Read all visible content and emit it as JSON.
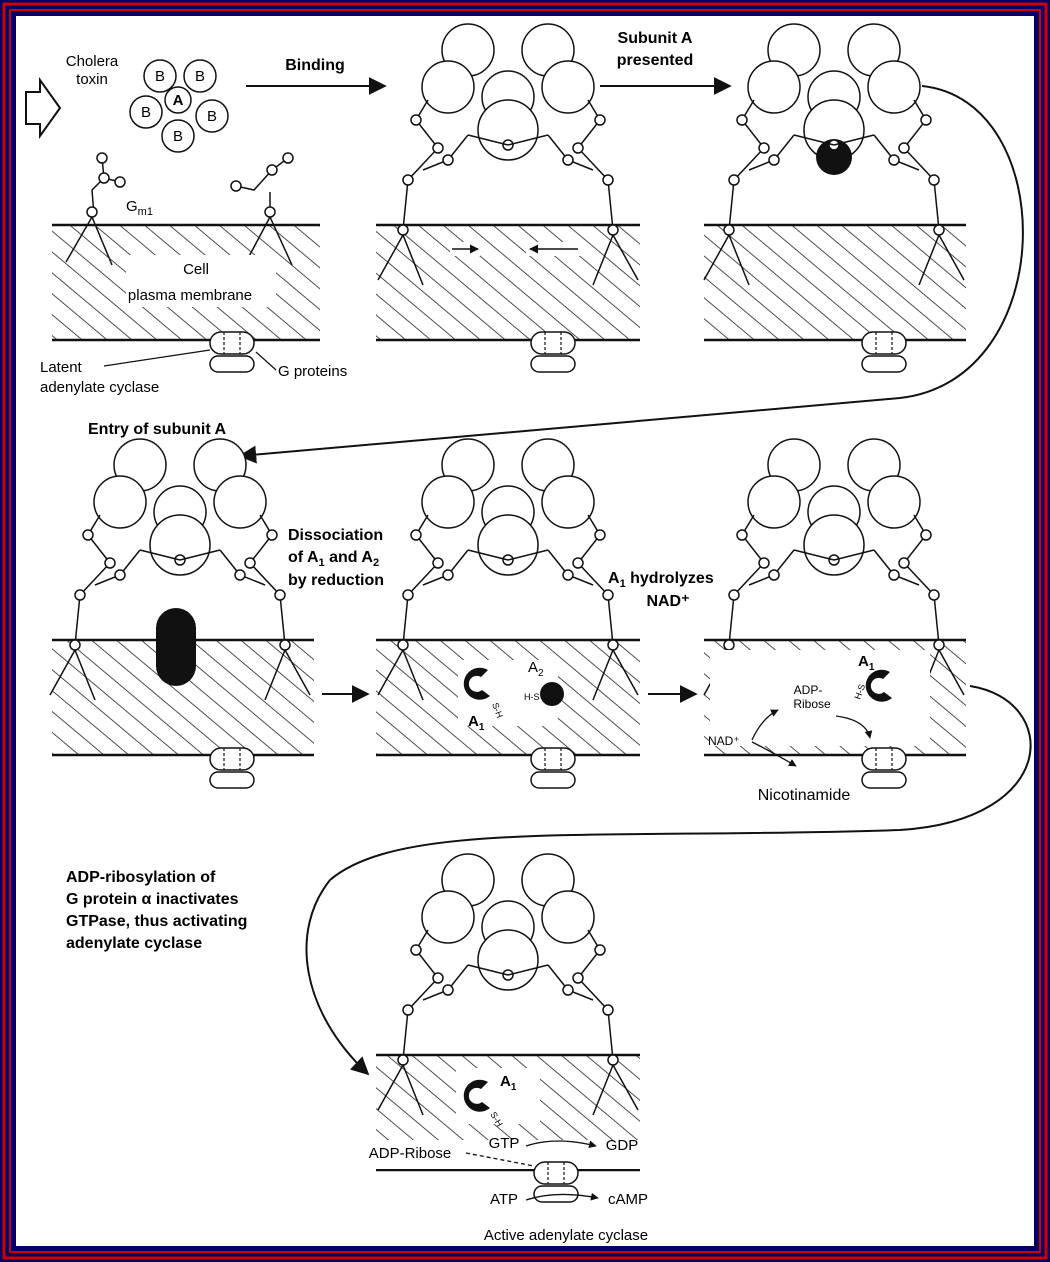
{
  "labels": {
    "cholera_toxin_1": "Cholera",
    "cholera_toxin_2": "toxin",
    "binding": "Binding",
    "subunit_a_1": "Subunit A",
    "subunit_a_2": "presented",
    "gm1_main": "G",
    "gm1_sub": "m1",
    "cell_1": "Cell",
    "cell_2": "plasma membrane",
    "latent_1": "Latent",
    "latent_2": "adenylate cyclase",
    "g_proteins": "G proteins",
    "entry": "Entry of subunit A",
    "dissoc_1": "Dissociation",
    "dissoc_2_pre": "of A",
    "dissoc_2_sub1": "1",
    "dissoc_2_mid": " and A",
    "dissoc_2_sub2": "2",
    "dissoc_3": "by reduction",
    "hydro_1_pre": "A",
    "hydro_1_sub": "1",
    "hydro_1_post": " hydrolyzes",
    "hydro_2": "NAD⁺",
    "adp_rib_1": "ADP-ribosylation of",
    "adp_rib_2": "G protein α inactivates",
    "adp_rib_3": "GTPase, thus activating",
    "adp_rib_4": "adenylate cyclase",
    "a1": "A",
    "a1_sub": "1",
    "a2": "A",
    "a2_sub": "2",
    "sh": "S-H",
    "hs": "H-S",
    "adp_ribose_small_1": "ADP-",
    "adp_ribose_small_2": "Ribose",
    "nad": "NAD⁺",
    "nicotinamide": "Nicotinamide",
    "adp_ribose": "ADP-Ribose",
    "gtp": "GTP",
    "gdp": "GDP",
    "atp": "ATP",
    "camp": "cAMP",
    "active": "Active adenylate cyclase",
    "b": "B",
    "a": "A"
  },
  "colors": {
    "frame_outer": "#000066",
    "frame_red": "#cc0000",
    "paper": "#ffffff",
    "ink": "#111111"
  }
}
